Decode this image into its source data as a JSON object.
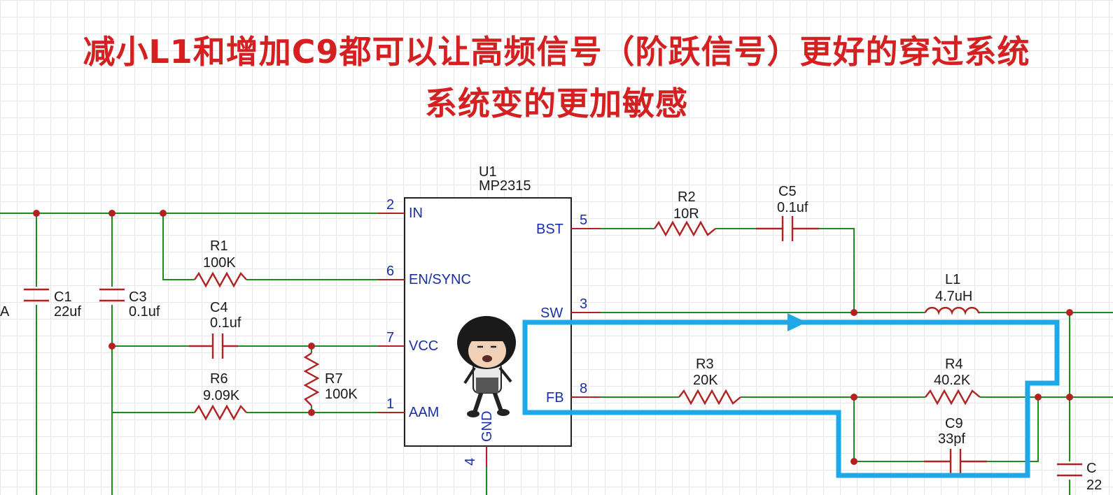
{
  "title": {
    "line1": "减小L1和增加C9都可以让高频信号（阶跃信号）更好的穿过系统",
    "line2": "系统变的更加敏感"
  },
  "chip": {
    "ref": "U1",
    "part": "MP2315",
    "pins": {
      "in": {
        "num": "2",
        "name": "IN"
      },
      "en": {
        "num": "6",
        "name": "EN/SYNC"
      },
      "vcc": {
        "num": "7",
        "name": "VCC"
      },
      "aam": {
        "num": "1",
        "name": "AAM"
      },
      "bst": {
        "num": "5",
        "name": "BST"
      },
      "sw": {
        "num": "3",
        "name": "SW"
      },
      "fb": {
        "num": "8",
        "name": "FB"
      },
      "gnd": {
        "num": "4",
        "name": "GND"
      }
    }
  },
  "components": {
    "c1": {
      "ref": "C1",
      "value": "22uf"
    },
    "c3": {
      "ref": "C3",
      "value": "0.1uf"
    },
    "r1": {
      "ref": "R1",
      "value": "100K"
    },
    "c4": {
      "ref": "C4",
      "value": "0.1uf"
    },
    "r6": {
      "ref": "R6",
      "value": "9.09K"
    },
    "r7": {
      "ref": "R7",
      "value": "100K"
    },
    "r2": {
      "ref": "R2",
      "value": "10R"
    },
    "c5": {
      "ref": "C5",
      "value": "0.1uf"
    },
    "l1": {
      "ref": "L1",
      "value": "4.7uH"
    },
    "r3": {
      "ref": "R3",
      "value": "20K"
    },
    "r4": {
      "ref": "R4",
      "value": "40.2K"
    },
    "c9": {
      "ref": "C9",
      "value": "33pf"
    },
    "c_edge": {
      "ref": "C",
      "value": "22"
    },
    "left_edge_label": "A"
  },
  "colors": {
    "title": "#d42020",
    "wire": "#1c8a1c",
    "component": "#b22222",
    "pin_text": "#1a2fa6",
    "highlight_path": "#1fa8e8"
  },
  "sticker": {
    "icon": "cartoon-mascot-icon"
  }
}
